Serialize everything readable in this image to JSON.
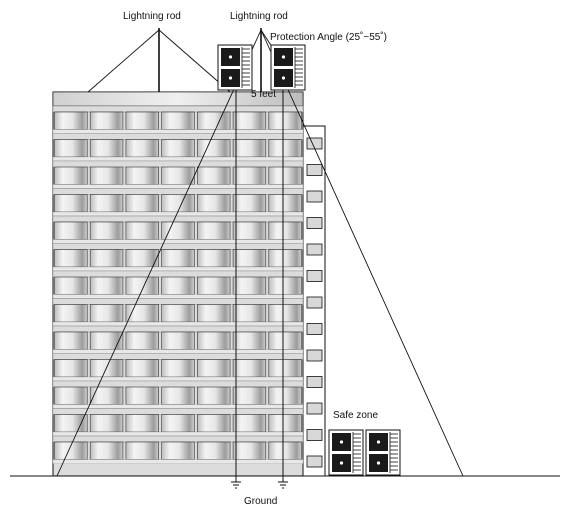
{
  "labels": {
    "lightning_rod_left": "Lightning rod",
    "lightning_rod_right": "Lightning rod",
    "protection_angle": "Protection Angle (25˚~55˚)",
    "distance": "5 feet",
    "safe_zone": "Safe zone",
    "ground": "Ground"
  },
  "building": {
    "main_floors": 13,
    "window_columns": 7,
    "side_windows": 13
  },
  "colors": {
    "line": "#111111",
    "facade_light": "#f2f2f2",
    "facade_dark": "#9a9a9a"
  },
  "icons": [
    "air-conditioner-unit-icon",
    "ground-symbol-icon"
  ]
}
